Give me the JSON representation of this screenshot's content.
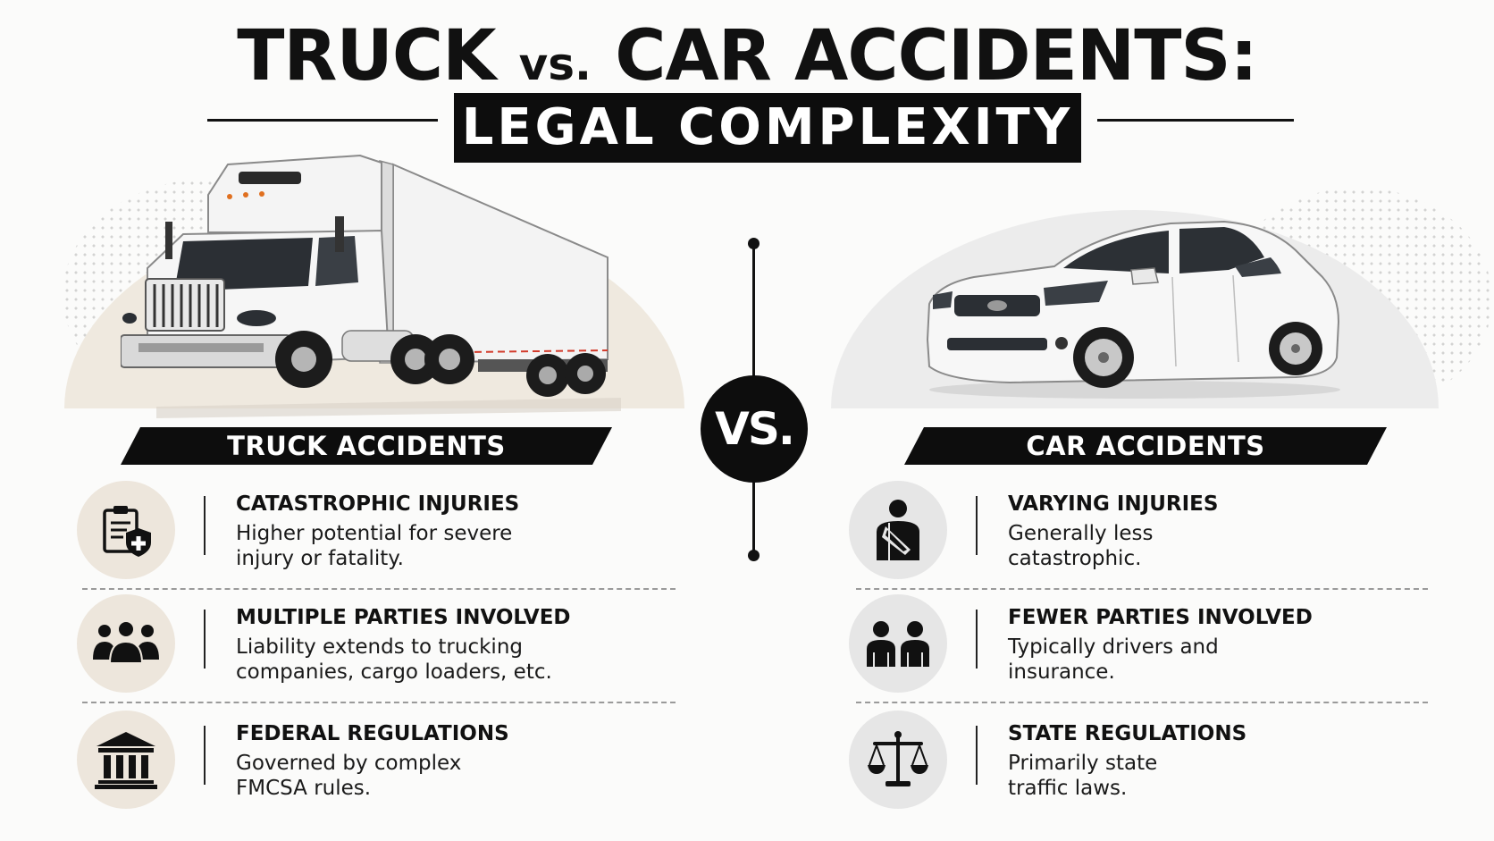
{
  "title": {
    "part1": "TRUCK",
    "vs": "vs.",
    "part2": "CAR ACCIDENTS:"
  },
  "subtitle": "LEGAL COMPLEXITY",
  "center_badge": "VS.",
  "truck": {
    "banner": "TRUCK ACCIDENTS",
    "items": [
      {
        "icon": "clipboard-shield-icon",
        "heading": "CATASTROPHIC INJURIES",
        "text": "Higher potential for severe injury or fatality."
      },
      {
        "icon": "group-icon",
        "heading": "MULTIPLE PARTIES INVOLVED",
        "text": "Liability extends to trucking companies, cargo loaders, etc."
      },
      {
        "icon": "courthouse-icon",
        "heading": "FEDERAL REGULATIONS",
        "text": "Governed by complex FMCSA rules."
      }
    ]
  },
  "car": {
    "banner": "CAR ACCIDENTS",
    "items": [
      {
        "icon": "person-sling-icon",
        "heading": "VARYING INJURIES",
        "text": "Generally less catastrophic."
      },
      {
        "icon": "two-people-icon",
        "heading": "FEWER PARTIES INVOLVED",
        "text": "Typically drivers and insurance."
      },
      {
        "icon": "scales-icon",
        "heading": "STATE REGULATIONS",
        "text": "Primarily state traffic laws."
      }
    ]
  },
  "colors": {
    "dark": "#0d0d0d",
    "truck_accent": "#ede6dc",
    "car_accent": "#e6e6e6",
    "text": "#111111"
  }
}
